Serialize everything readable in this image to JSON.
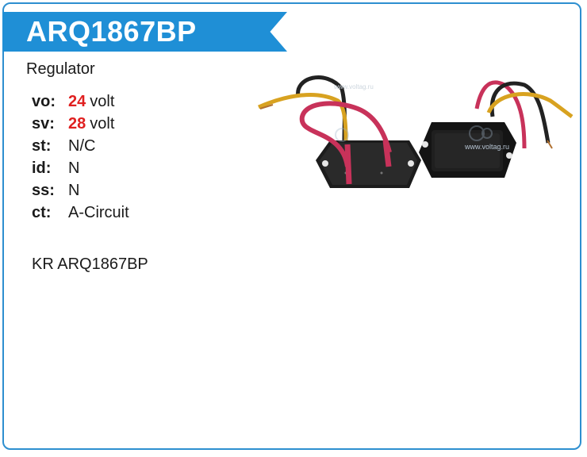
{
  "header": {
    "title": "ARQ1867BP",
    "accent_color": "#1f8fd6"
  },
  "category": "Regulator",
  "specs": [
    {
      "key": "vo:",
      "number": "24",
      "value": "volt"
    },
    {
      "key": "sv:",
      "number": "28",
      "value": "volt"
    },
    {
      "key": "st:",
      "number": "",
      "value": "N/C"
    },
    {
      "key": "id:",
      "number": "",
      "value": "N"
    },
    {
      "key": "ss:",
      "number": "",
      "value": "N"
    },
    {
      "key": "ct:",
      "number": "",
      "value": "A-Circuit"
    }
  ],
  "part_code": "KR ARQ1867BP",
  "photo": {
    "watermark": "www.voltag.ru",
    "highlight_color": "#e02020"
  }
}
